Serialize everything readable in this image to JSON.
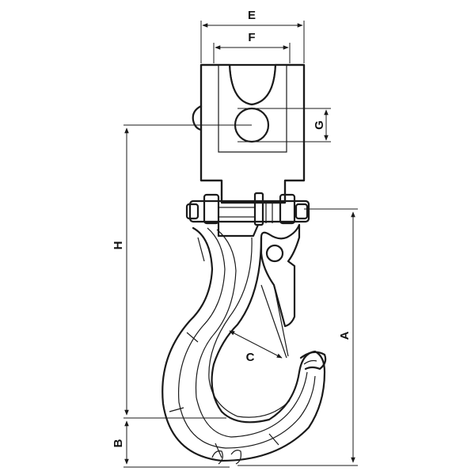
{
  "diagram": {
    "labels": {
      "E": "E",
      "F": "F",
      "G": "G",
      "H": "H",
      "A": "A",
      "B": "B",
      "C": "C"
    },
    "colors": {
      "ink": "#1a1a1a",
      "background": "#ffffff"
    }
  }
}
